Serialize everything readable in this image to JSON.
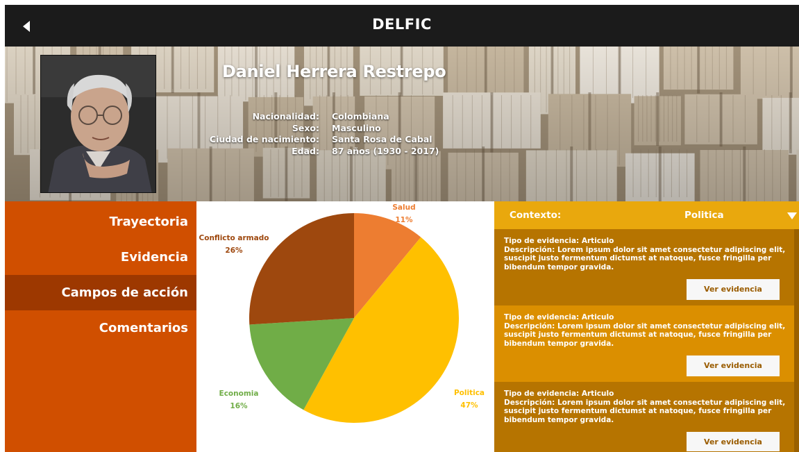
{
  "app": {
    "title": "DELFIC"
  },
  "icons": {
    "back": "arrow-left-icon",
    "dropdown": "triangle-down-icon"
  },
  "person": {
    "name": "Daniel Herrera Restrepo",
    "fields": [
      {
        "label": "Nacionalidad:",
        "value": "Colombiana"
      },
      {
        "label": "Sexo:",
        "value": "Masculino"
      },
      {
        "label": "Ciudad de nacimiento:",
        "value": "Santa Rosa de Cabal"
      },
      {
        "label": "Edad:",
        "value": "87 años (1930 - 2017)"
      }
    ]
  },
  "sidebar": {
    "items": [
      {
        "label": "Trayectoria"
      },
      {
        "label": "Evidencia"
      },
      {
        "label": "Campos de acción"
      },
      {
        "label": "Comentarios"
      }
    ],
    "active_index": 2
  },
  "chart_data": {
    "type": "pie",
    "slices": [
      {
        "label": "Salud",
        "value": 11,
        "percent": "11%",
        "color": "#ed7d31"
      },
      {
        "label": "Politica",
        "value": 47,
        "percent": "47%",
        "color": "#ffc000"
      },
      {
        "label": "Economia",
        "value": 16,
        "percent": "16%",
        "color": "#70ad47"
      },
      {
        "label": "Conflicto armado",
        "value": 26,
        "percent": "26%",
        "color": "#9e480e"
      }
    ]
  },
  "context": {
    "label": "Contexto:",
    "selected": "Politica"
  },
  "evidence": {
    "button_label": "Ver evidencia",
    "items": [
      {
        "type": "Tipo de evidencia: Articulo",
        "description": "Descripción: Lorem ipsum dolor sit amet consectetur adipiscing elit, suscipit justo fermentum dictumst at natoque, fusce fringilla per bibendum tempor gravida.",
        "color": "#b67400"
      },
      {
        "type": "Tipo de evidencia: Articulo",
        "description": "Descripción: Lorem ipsum dolor sit amet consectetur adipiscing elit, suscipit justo fermentum dictumst at natoque, fusce fringilla per bibendum tempor gravida.",
        "color": "#db8f00"
      },
      {
        "type": "Tipo de evidencia: Articulo",
        "description": "Descripción: Lorem ipsum dolor sit amet consectetur adipiscing elit, suscipit justo fermentum dictumst at natoque, fusce fringilla per bibendum tempor gravida.",
        "color": "#b67400"
      }
    ]
  },
  "colors": {
    "topbar": "#1b1b1b",
    "sidebar": "#d04f00",
    "sidebar_active": "#9d3800",
    "context_bar": "#e9a80d"
  }
}
